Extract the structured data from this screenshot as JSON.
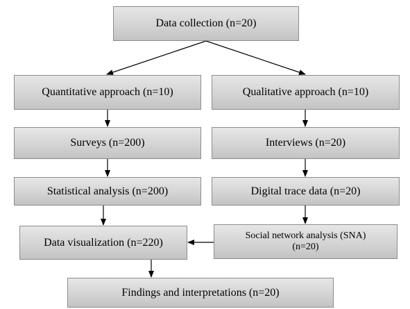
{
  "diagram": {
    "nodes": {
      "collection": "Data collection (n=20)",
      "quantitative": "Quantitative approach (n=10)",
      "qualitative": "Qualitative approach (n=10)",
      "surveys": "Surveys (n=200)",
      "interviews": "Interviews (n=20)",
      "statistical": "Statistical analysis (n=200)",
      "trace": "Digital trace data (n=20)",
      "visualization": "Data visualization (n=220)",
      "sna_line1": "Social network analysis (SNA)",
      "sna_line2": "(n=20)",
      "findings": "Findings and interpretations (n=20)"
    },
    "edges": [
      {
        "from": "collection",
        "to": "quantitative"
      },
      {
        "from": "collection",
        "to": "qualitative"
      },
      {
        "from": "quantitative",
        "to": "surveys"
      },
      {
        "from": "qualitative",
        "to": "interviews"
      },
      {
        "from": "surveys",
        "to": "statistical"
      },
      {
        "from": "interviews",
        "to": "trace"
      },
      {
        "from": "statistical",
        "to": "visualization"
      },
      {
        "from": "trace",
        "to": "sna"
      },
      {
        "from": "sna",
        "to": "visualization"
      },
      {
        "from": "visualization",
        "to": "findings"
      }
    ],
    "colors": {
      "box_border": "#8c8c8c",
      "box_fill_top": "#e6e6e6",
      "box_fill_bottom": "#c3c3c3",
      "arrow": "#000000"
    }
  }
}
